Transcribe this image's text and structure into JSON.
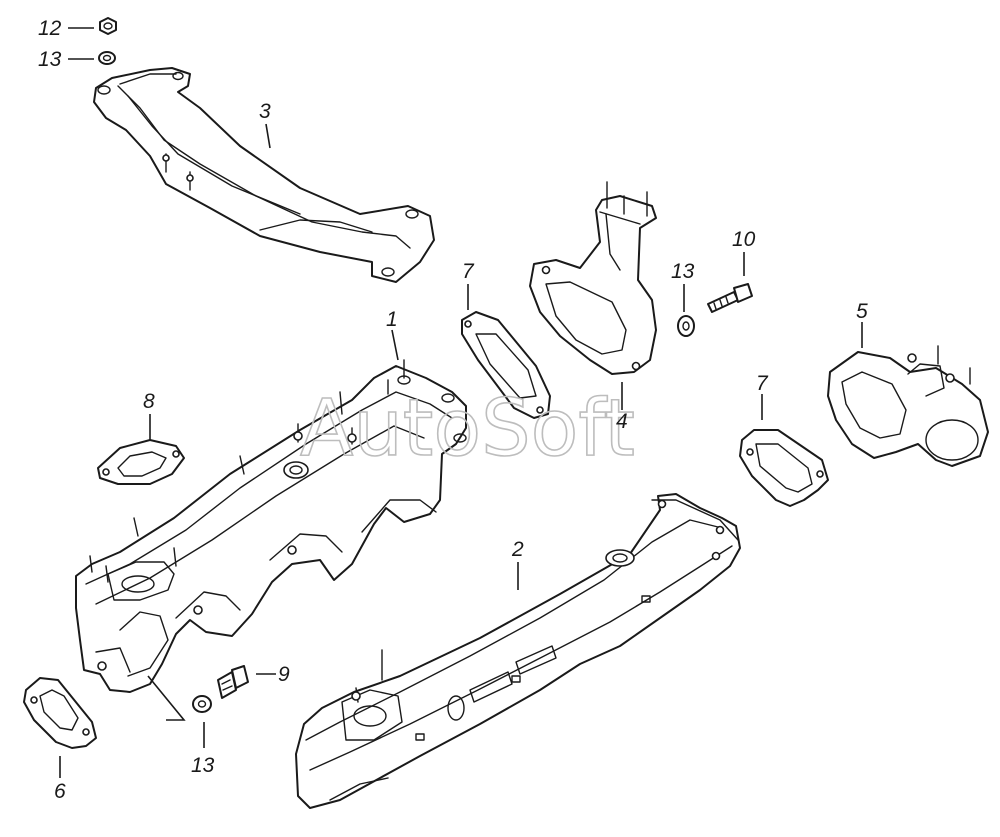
{
  "diagram": {
    "watermark": "AutoSoft",
    "callouts": [
      {
        "id": "c12",
        "label": "12"
      },
      {
        "id": "c13a",
        "label": "13"
      },
      {
        "id": "c3",
        "label": "3"
      },
      {
        "id": "c10",
        "label": "10"
      },
      {
        "id": "c7a",
        "label": "7"
      },
      {
        "id": "c13b",
        "label": "13"
      },
      {
        "id": "c5",
        "label": "5"
      },
      {
        "id": "c1",
        "label": "1"
      },
      {
        "id": "c8",
        "label": "8"
      },
      {
        "id": "c4",
        "label": "4"
      },
      {
        "id": "c7b",
        "label": "7"
      },
      {
        "id": "c2",
        "label": "2"
      },
      {
        "id": "c9",
        "label": "9"
      },
      {
        "id": "c6",
        "label": "6"
      },
      {
        "id": "c13c",
        "label": "13"
      }
    ]
  }
}
